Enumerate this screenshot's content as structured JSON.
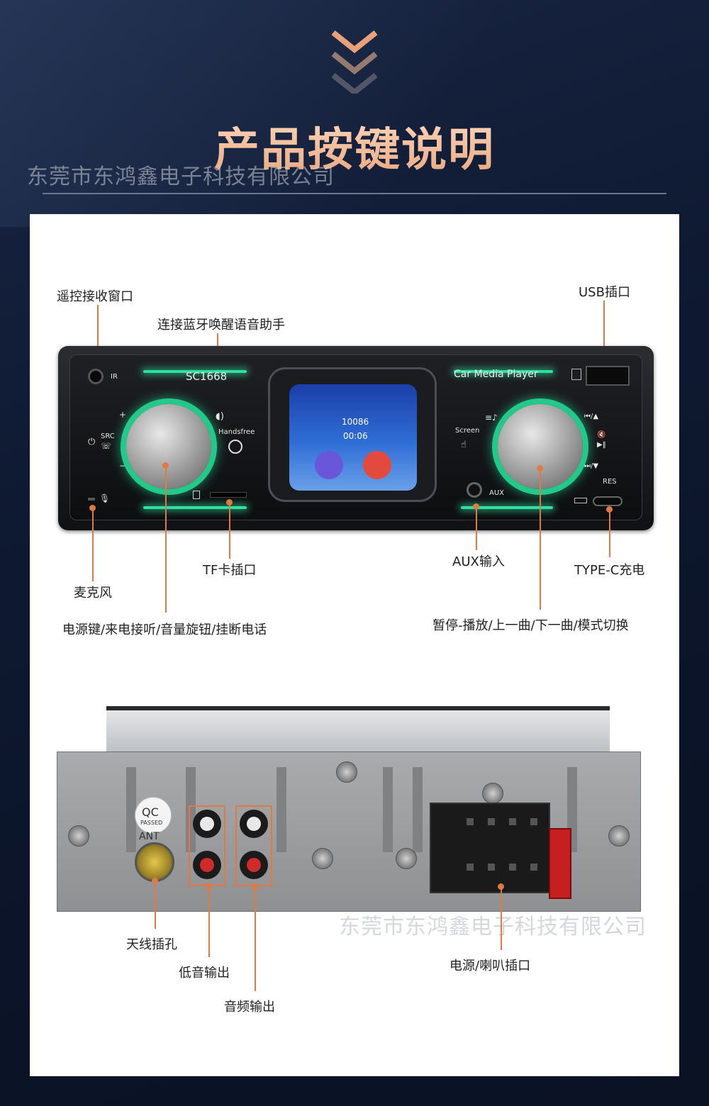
{
  "header": {
    "title": "产品按键说明",
    "watermark": "东莞市东鸿鑫电子科技有限公司"
  },
  "front_panel": {
    "brand_model": "SC1668",
    "brand_text": "Car Media Player",
    "ir_label": "IR",
    "src_label": "SRC",
    "handsfree_label": "Handsfree",
    "screen_label": "Screen",
    "aux_label": "AUX",
    "res_label": "RES",
    "plus_label": "+",
    "minus_label": "−",
    "screen_number": "10086",
    "screen_time": "00:06"
  },
  "front_callouts": {
    "ir_window": "遥控接收窗口",
    "bt_voice": "连接蓝牙唤醒语音助手",
    "usb": "USB插口",
    "mic": "麦克风",
    "tf": "TF卡插口",
    "aux": "AUX输入",
    "typec": "TYPE-C充电",
    "power_knob": "电源键/来电接听/音量旋钮/挂断电话",
    "play_knob": "暂停-播放/上一曲/下一曲/模式切换"
  },
  "back_panel": {
    "ant_label": "ANT",
    "qc_label": "QC",
    "qc_sub": "PASSED"
  },
  "back_callouts": {
    "antenna": "天线插孔",
    "sub_out": "低音输出",
    "audio_out": "音频输出",
    "power_speaker": "电源/喇叭插口"
  },
  "watermark_bottom": "东莞市东鸿鑫电子科技有限公司",
  "colors": {
    "accent": "#e07a45",
    "title_gradient_top": "#ffd9bd",
    "title_gradient_bottom": "#e8a77e",
    "glow": "#2fe0a0"
  }
}
